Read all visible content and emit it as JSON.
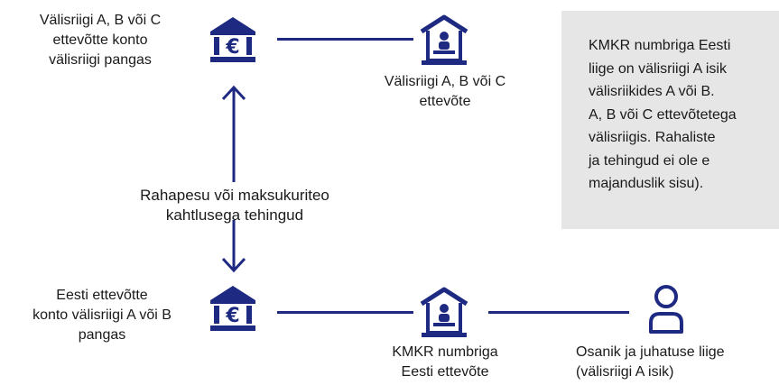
{
  "colors": {
    "accent": "#1e2a82",
    "note_bg": "#e6e6e6",
    "text": "#1a1a1a"
  },
  "nodes": {
    "foreign_account": {
      "label": "Välisriigi A, B või C\nettevõtte konto\nvälisriigi pangas",
      "icon": "bank-euro-icon"
    },
    "foreign_company": {
      "label": "Välisriigi A, B või C\nettevõte",
      "icon": "company-desk-icon"
    },
    "estonian_account": {
      "label": "Eesti ettevõtte\nkonto välisriigi A või B\npangas",
      "icon": "bank-euro-icon"
    },
    "estonian_company": {
      "label": "KMKR numbriga\nEesti ettevõte",
      "icon": "company-desk-icon"
    },
    "person": {
      "label": "Osanik ja juhatuse liige\n(välisriigi A isik)",
      "icon": "person-icon"
    }
  },
  "middle_label": "Rahapesu või maksukuriteo\nkahtlusega tehingud",
  "note_text": "KMKR numbriga Eesti\nliige on välisriigi A isik\nvälisriikides A või B.\nA, B või C ettevõtetega\nvälisriigis. Rahaliste\nja tehingud ei ole e\nmajanduslik sisu)."
}
